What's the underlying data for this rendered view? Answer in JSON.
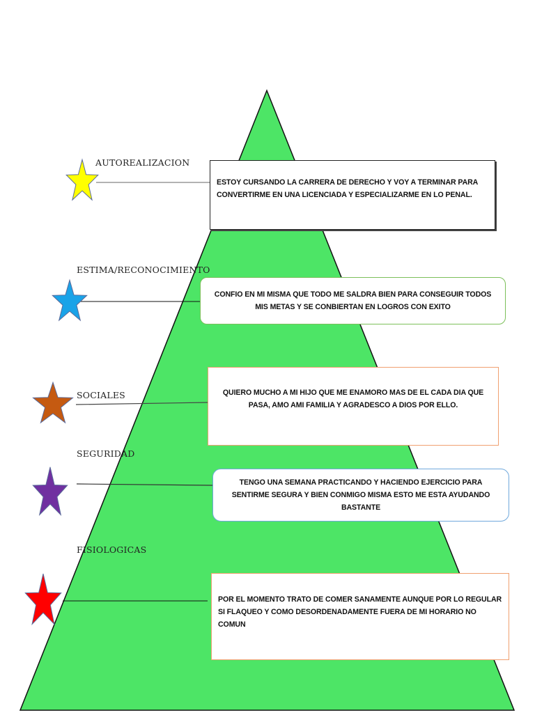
{
  "colors": {
    "pyramid_fill": "#4de566",
    "star_autorealizacion": "#ffff00",
    "star_estima": "#1aa3e8",
    "star_sociales": "#c55a11",
    "star_seguridad": "#7030a0",
    "star_fisiologicas": "#ff0000"
  },
  "levels": [
    {
      "label": "AUTOREALIZACION",
      "icon": "yellow-star-icon",
      "text": "ESTOY CURSANDO LA CARRERA DE DERECHO Y VOY A TERMINAR PARA CONVERTIRME EN UNA LICENCIADA Y ESPECIALIZARME EN LO PENAL."
    },
    {
      "label": "ESTIMA/RECONOCIMIENTO",
      "icon": "blue-star-icon",
      "text": "CONFIO EN MI MISMA QUE TODO ME SALDRA BIEN PARA CONSEGUIR TODOS MIS METAS Y SE CONBIERTAN EN LOGROS CON EXITO"
    },
    {
      "label": "SOCIALES",
      "icon": "orange-star-icon",
      "text": "QUIERO MUCHO A MI HIJO QUE ME ENAMORO MAS DE EL CADA DIA QUE PASA, AMO AMI FAMILIA Y AGRADESCO A DIOS POR ELLO."
    },
    {
      "label": "SEGURIDAD",
      "icon": "purple-star-icon",
      "text": "TENGO UNA SEMANA PRACTICANDO Y HACIENDO EJERCICIO PARA SENTIRME SEGURA Y BIEN CONMIGO MISMA ESTO ME ESTA AYUDANDO BASTANTE"
    },
    {
      "label": "FISIOLOGICAS",
      "icon": "red-star-icon",
      "text": "POR EL MOMENTO TRATO DE COMER SANAMENTE AUNQUE POR LO REGULAR SI FLAQUEO Y COMO DESORDENADAMENTE FUERA DE MI HORARIO NO COMUN"
    }
  ]
}
